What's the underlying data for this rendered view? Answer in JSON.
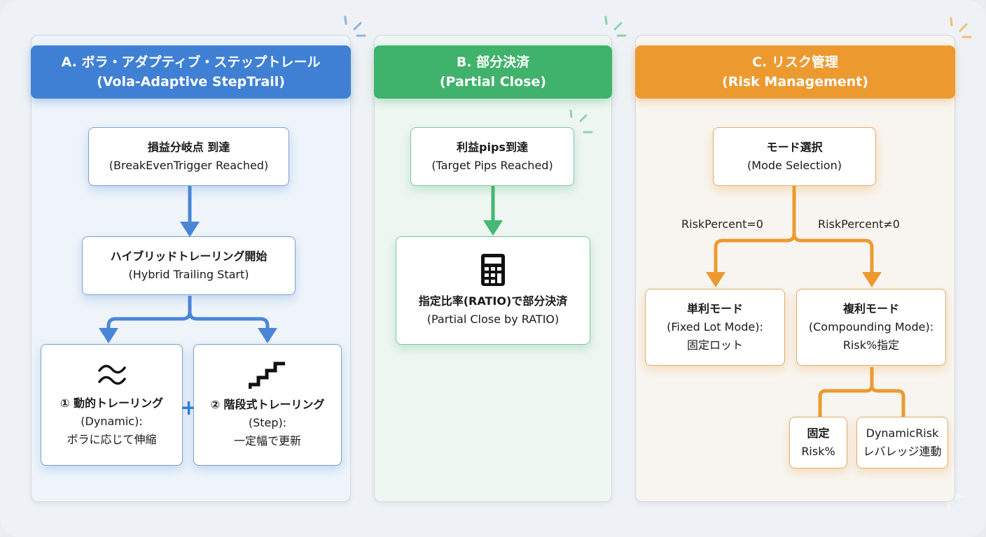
{
  "colors": {
    "blue": "#3f80d4",
    "green": "#3fb26c",
    "orange": "#ec9a30"
  },
  "panel_a": {
    "title_jp": "A. ボラ・アダプティブ・ステップトレール",
    "title_en": "(Vola-Adaptive StepTrail)",
    "node1": {
      "jp": "損益分岐点 到達",
      "en": "(BreakEvenTrigger Reached)"
    },
    "node2": {
      "jp": "ハイブリッドトレーリング開始",
      "en": "(Hybrid Trailing Start)"
    },
    "node3": {
      "icon": "wave-icon",
      "jp": "① 動的トレーリング",
      "en": "(Dynamic):",
      "desc": "ボラに応じて伸縮"
    },
    "node4": {
      "icon": "stairs-icon",
      "jp": "② 階段式トレーリング",
      "en": "(Step):",
      "desc": "一定幅で更新"
    },
    "plus": "+"
  },
  "panel_b": {
    "title_jp": "B. 部分決済",
    "title_en": "(Partial Close)",
    "node1": {
      "jp": "利益pips到達",
      "en": "(Target Pips Reached)"
    },
    "node2": {
      "icon": "calculator-icon",
      "jp": "指定比率(RATIO)で部分決済",
      "en": "(Partial Close by RATIO)"
    }
  },
  "panel_c": {
    "title_jp": "C. リスク管理",
    "title_en": "(Risk Management)",
    "node1": {
      "jp": "モード選択",
      "en": "(Mode Selection)"
    },
    "label_left": "RiskPercent=0",
    "label_right": "RiskPercent≠0",
    "node2": {
      "jp": "単利モード",
      "en": "(Fixed Lot Mode):",
      "desc": "固定ロット"
    },
    "node3": {
      "jp": "複利モード",
      "en": "(Compounding Mode):",
      "desc": "Risk%指定"
    },
    "node4": {
      "jp": "固定",
      "en": "Risk%"
    },
    "node5": {
      "line1": "DynamicRisk",
      "line2": "レバレッジ連動"
    }
  }
}
